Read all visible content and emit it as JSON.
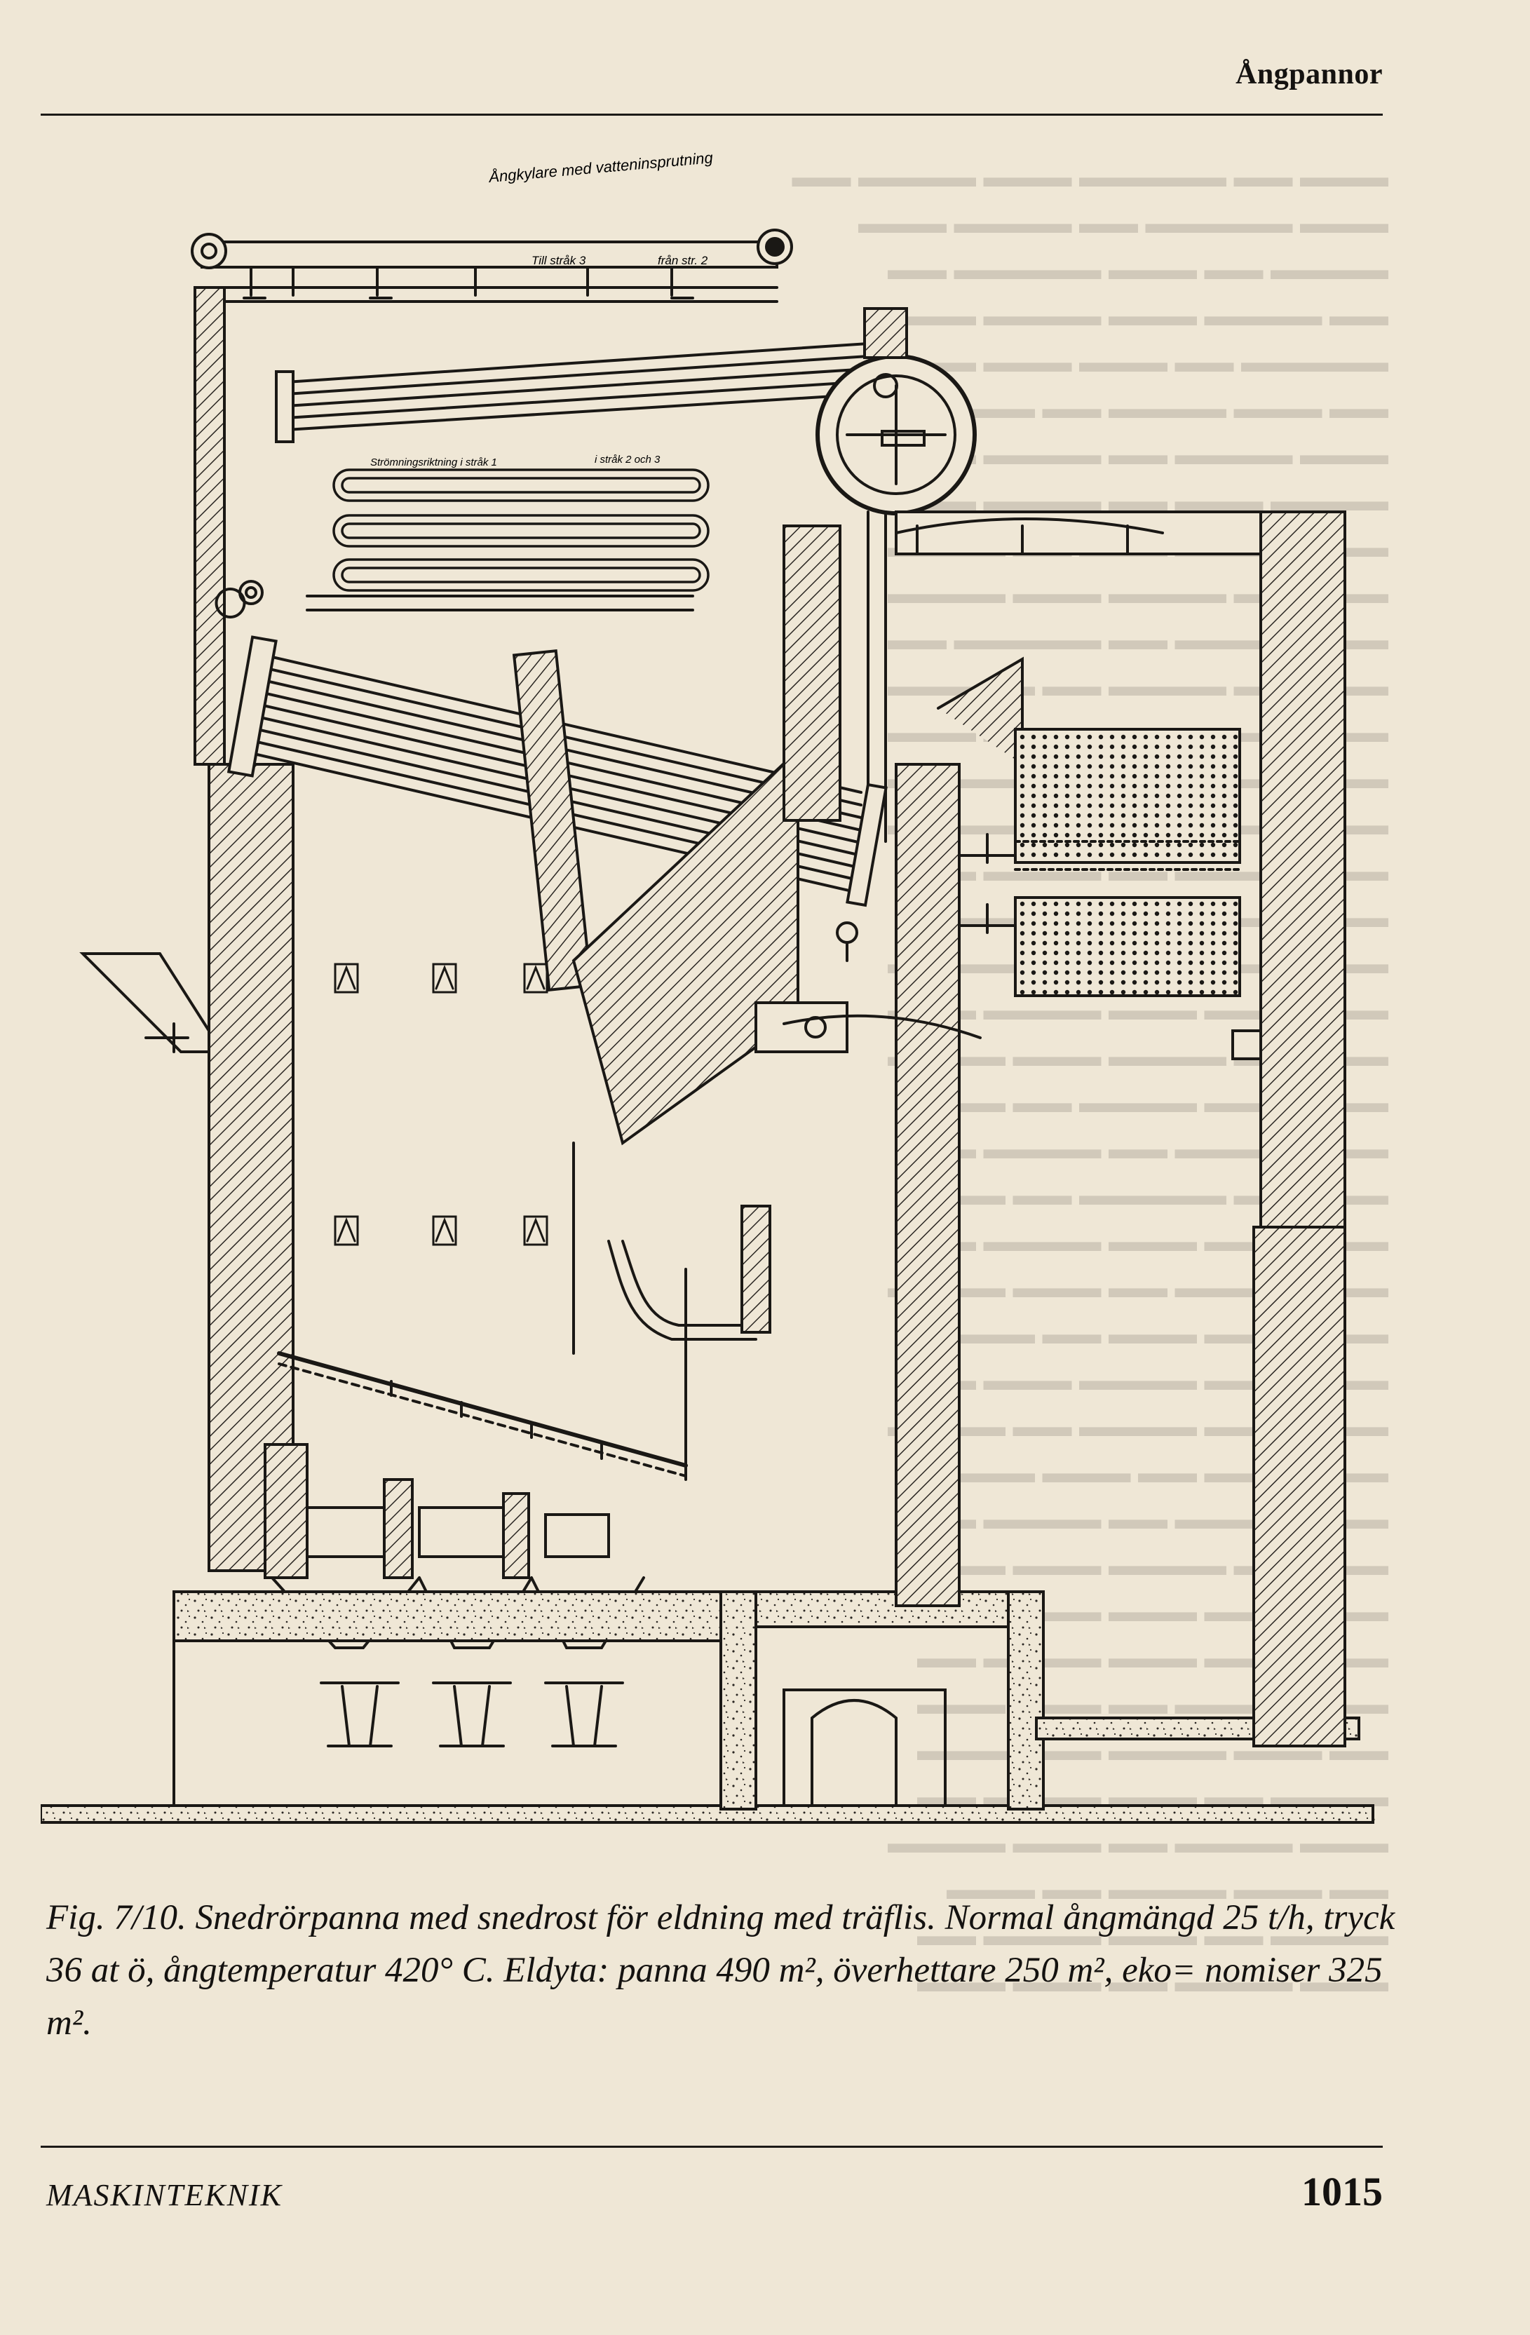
{
  "header": {
    "title": "Ångpannor"
  },
  "figure": {
    "labels": {
      "attemperator": "Ångkylare med vatteninsprutning",
      "to_pass_3": "Till stråk 3",
      "from_pass_2": "från str. 2",
      "flow_direction": "Strömningsriktning i stråk 1",
      "in_pass": "i stråk 2 och 3"
    }
  },
  "caption": {
    "text": "Fig. 7/10. Snedrörpanna med snedrost för eldning med träflis. Normal ångmängd 25 t/h, tryck 36 at ö, ångtemperatur 420° C. Eldyta: panna 490 m², överhettare 250 m², eko= nomiser 325 m²."
  },
  "footer": {
    "journal": "MASKINTEKNIK",
    "page": "1015"
  },
  "colors": {
    "paper": "#efe7d6",
    "ink": "#141210",
    "hatch": "#2a2622"
  }
}
